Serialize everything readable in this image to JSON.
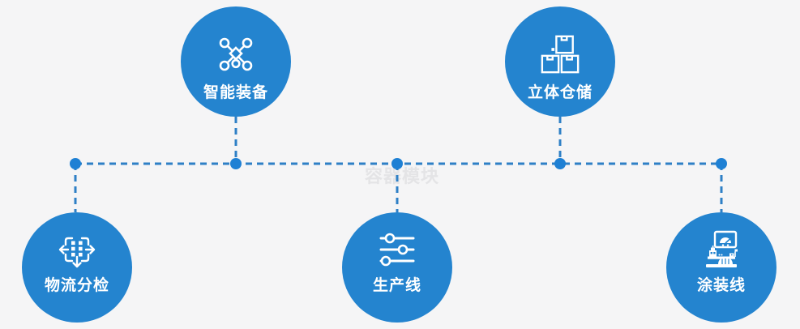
{
  "diagram": {
    "watermark": "容器模块",
    "colors": {
      "background": "#f5f5f6",
      "node_fill": "#2484cf",
      "connector": "#2e80c6",
      "junction_dot": "#1e80d4",
      "label_text": "#ffffff",
      "watermark_text": "#e4e4e6"
    },
    "nodes": [
      {
        "label": "智能装备",
        "icon": "network-nodes-icon",
        "position": "top-left"
      },
      {
        "label": "立体仓储",
        "icon": "stacked-boxes-icon",
        "position": "top-right"
      },
      {
        "label": "物流分检",
        "icon": "sorting-distribution-icon",
        "position": "bottom-left"
      },
      {
        "label": "生产线",
        "icon": "sliders-icon",
        "position": "bottom-center"
      },
      {
        "label": "涂装线",
        "icon": "machine-monitor-icon",
        "position": "bottom-right"
      }
    ]
  }
}
